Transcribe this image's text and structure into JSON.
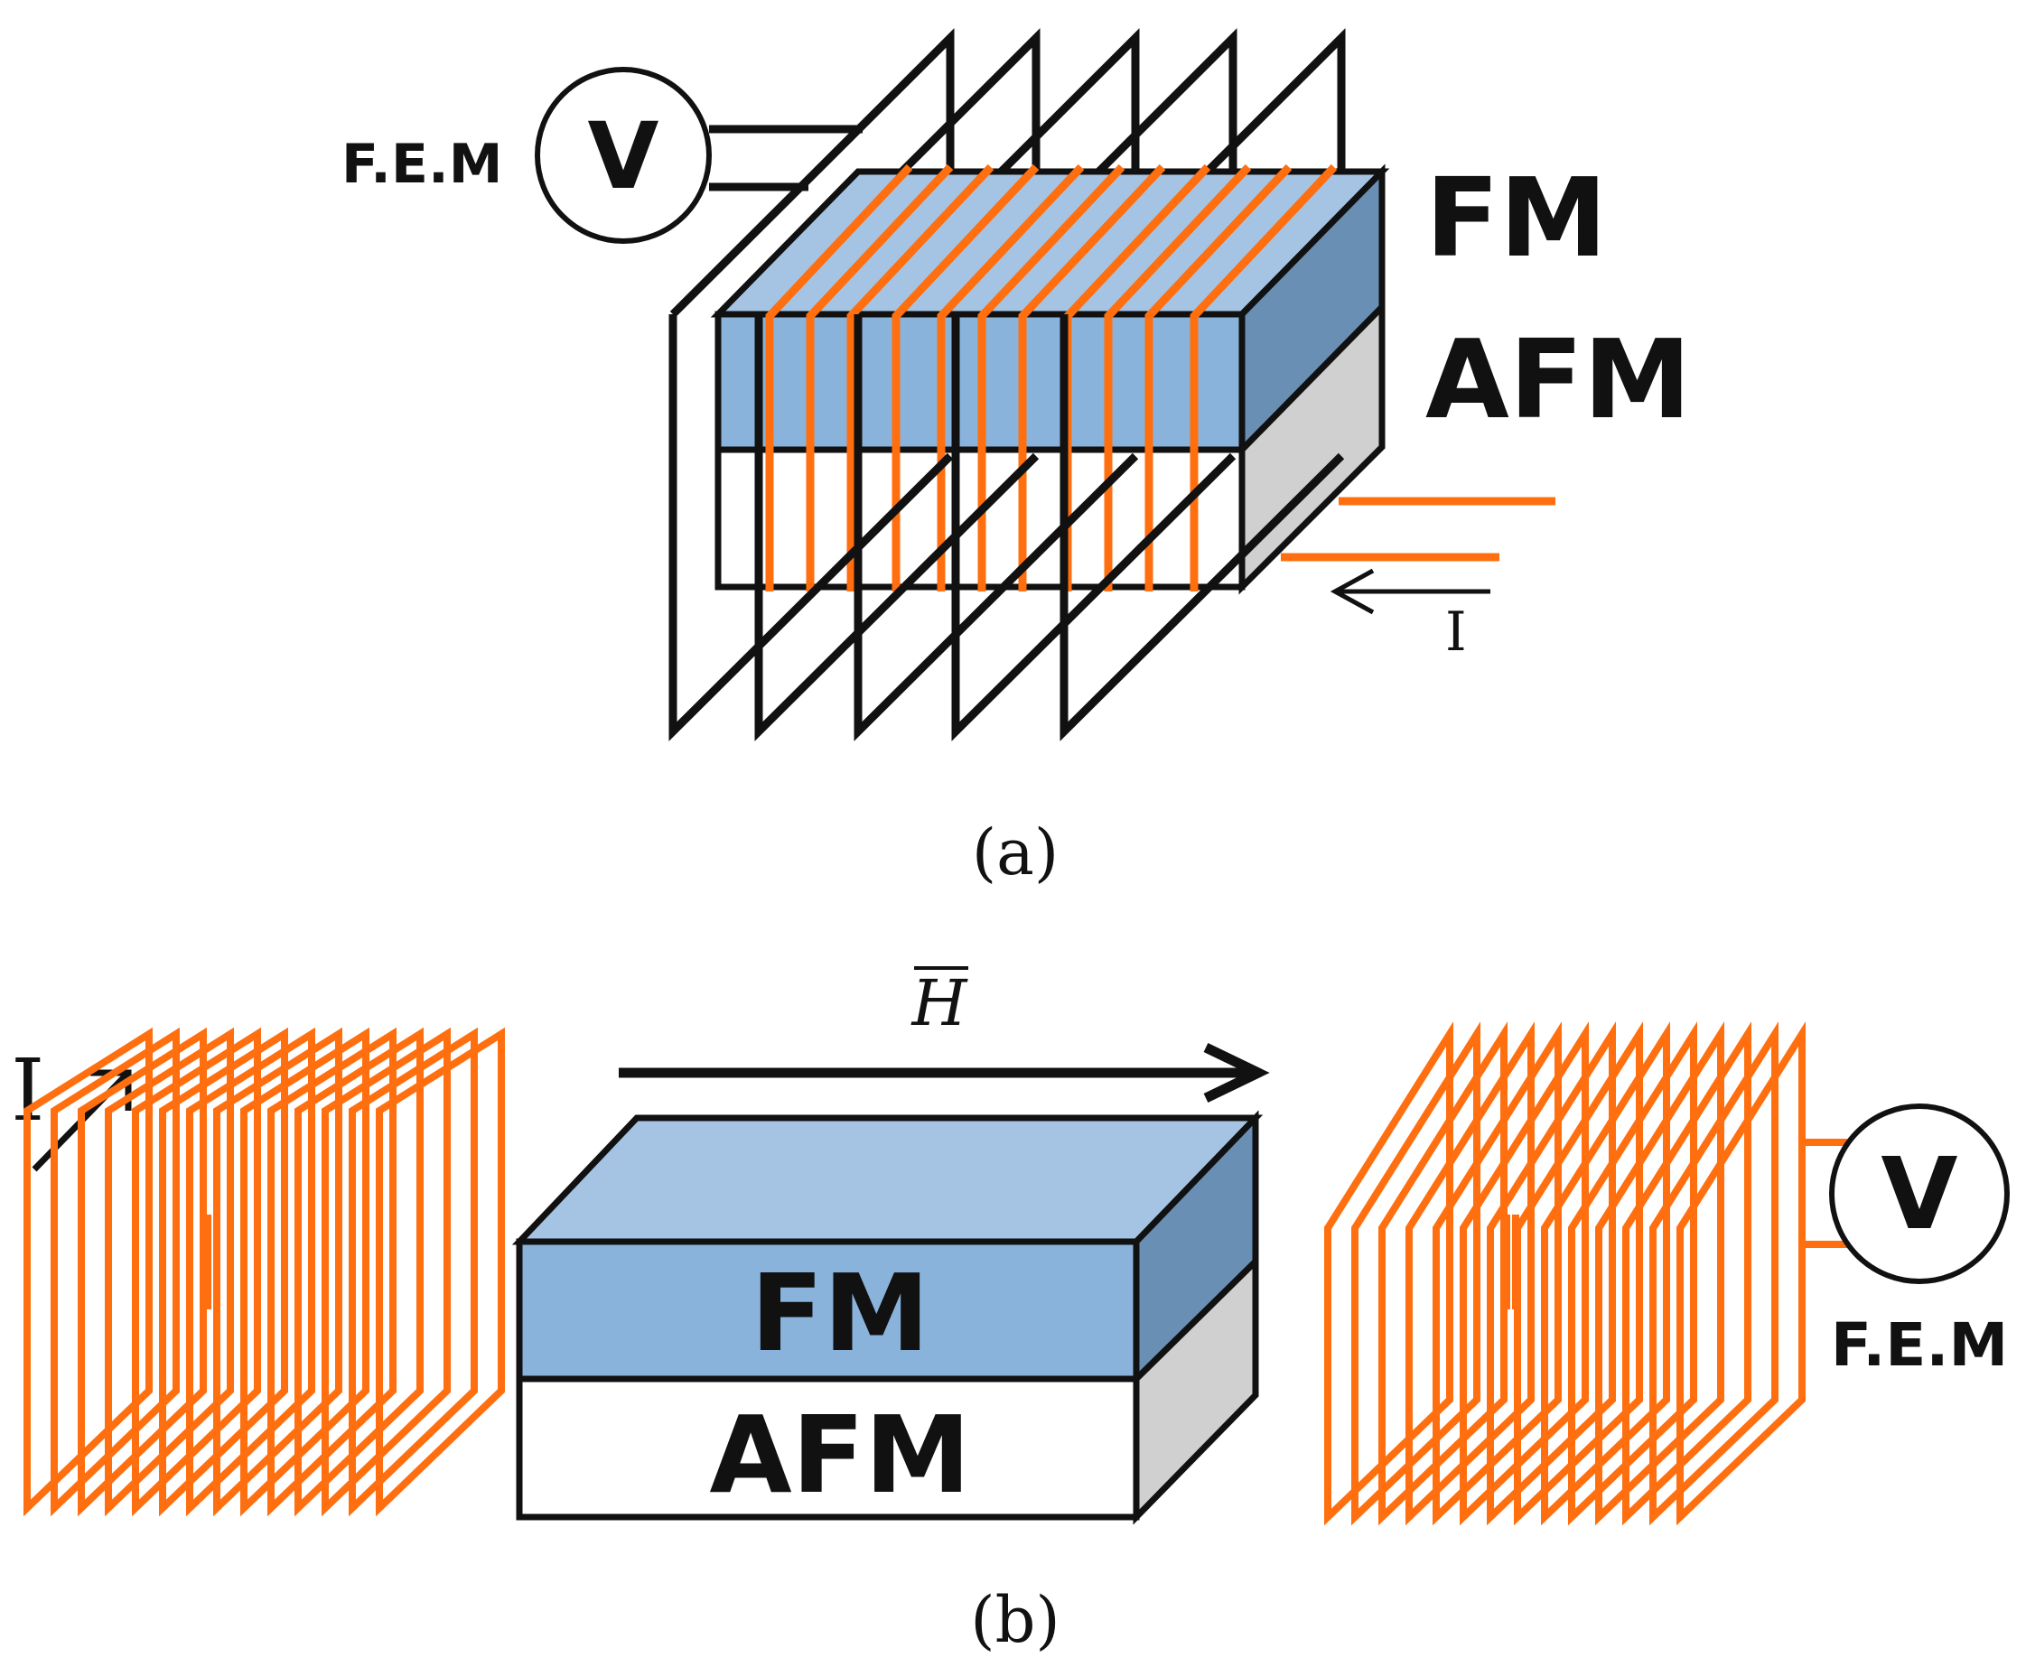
{
  "panel_a": {
    "caption": "(a)",
    "fem_label": "F.E.M",
    "voltmeter_symbol": "V",
    "fm_label": "FM",
    "afm_label": "AFM",
    "current_label": "I"
  },
  "panel_b": {
    "caption": "(b)",
    "field_label": "H",
    "current_label": "I",
    "fm_label": "FM",
    "afm_label": "AFM",
    "voltmeter_symbol": "V",
    "fem_label": "F.E.M"
  },
  "colors": {
    "coil_orange": "#ff6f0f",
    "fm_front": "#8ab3db",
    "fm_top": "#a5c4e4",
    "fm_side": "#6a8fb5",
    "afm_front": "#ffffff",
    "afm_side": "#d0d0d0",
    "outline": "#111111"
  }
}
